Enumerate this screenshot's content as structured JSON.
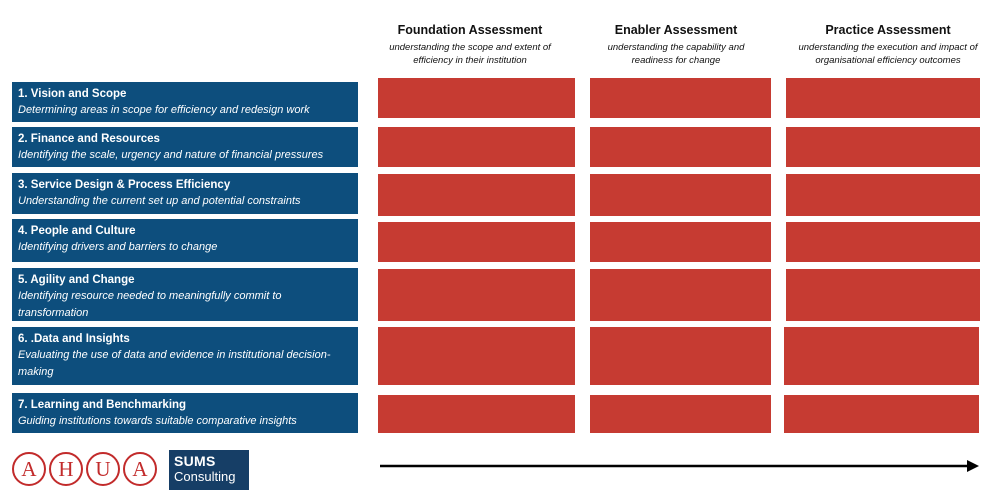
{
  "columns": [
    {
      "title": "Foundation Assessment",
      "subtitle": "understanding the scope and extent of efficiency in their institution"
    },
    {
      "title": "Enabler Assessment",
      "subtitle": "understanding the capability and readiness for change"
    },
    {
      "title": "Practice Assessment",
      "subtitle": "understanding the execution and impact of organisational efficiency outcomes"
    }
  ],
  "rows": [
    {
      "title": "1. Vision and Scope",
      "description": "Determining areas in scope for efficiency and redesign work"
    },
    {
      "title": "2. Finance and Resources",
      "description": "Identifying the scale, urgency and nature of financial pressures"
    },
    {
      "title": "3. Service Design & Process Efficiency",
      "description": "Understanding the current set up and potential constraints"
    },
    {
      "title": "4. People and Culture",
      "description": " Identifying drivers and barriers to change"
    },
    {
      "title": "5. Agility and Change",
      "description": "Identifying resource needed to meaningfully commit to transformation"
    },
    {
      "title": "6. .Data and Insights",
      "description": "Evaluating the use of data and evidence in institutional decision-making"
    },
    {
      "title": "7. Learning and Benchmarking",
      "description": "Guiding institutions towards suitable comparative insights"
    }
  ],
  "logos": {
    "ahua_letters": [
      "A",
      "H",
      "U",
      "A"
    ],
    "sums_line1": "SUMS",
    "sums_line2": "Consulting"
  },
  "colors": {
    "row_label_bg": "#0d4e7d",
    "cell_fill": "#c63b32",
    "ahua_red": "#c22b2b",
    "sums_bg": "#163e66"
  }
}
